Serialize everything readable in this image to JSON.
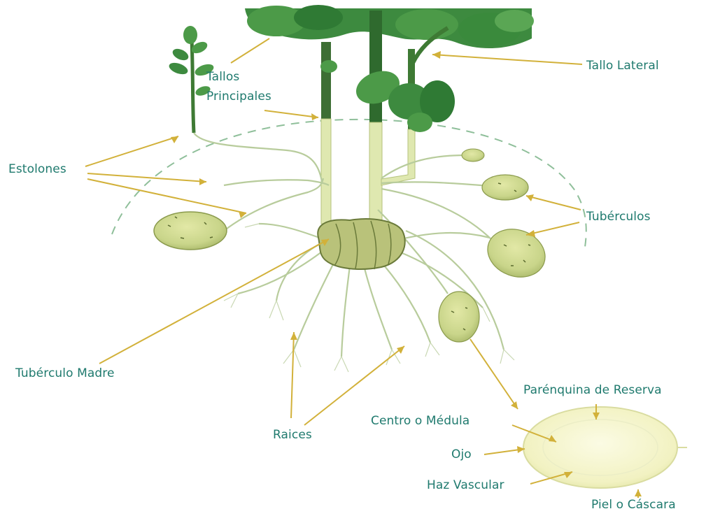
{
  "labels": {
    "tallos_line1": "Tallos",
    "tallos_line2": "Principales",
    "tallo_lateral": "Tallo Lateral",
    "estolones": "Estolones",
    "tuberculos": "Tubérculos",
    "tuberculo_madre": "Tubérculo Madre",
    "raices": "Raices",
    "parenquima": "Parénquina de Reserva",
    "centro_medula": "Centro o Médula",
    "ojo": "Ojo",
    "haz_vascular": "Haz Vascular",
    "piel_cascara": "Piel o Cáscara"
  },
  "colors": {
    "label_text": "#1f7a6e",
    "leader_line": "#d2b13a",
    "leaf": "#3d8a3f",
    "leaf_dark": "#2a6a2e",
    "stem": "#4a8a3e",
    "stem_pale": "#dfe8b0",
    "root": "#b8cc9c",
    "tuber": "#c9d58a",
    "tuber_outline": "#7d8b44",
    "dashed_soil_line": "#8fbf9a",
    "cross_section_fill": "#f4f4c6"
  }
}
